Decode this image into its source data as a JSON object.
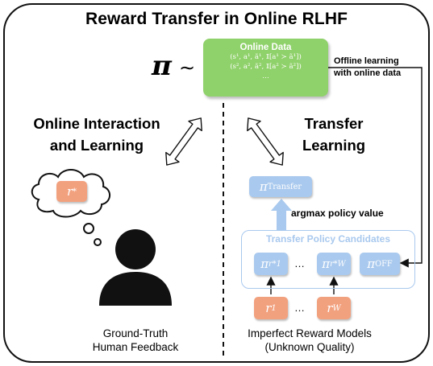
{
  "title": "Reward Transfer in Online RLHF",
  "policy_symbol": "π",
  "tilde": "∼",
  "online_data": {
    "title": "Online Data",
    "line1": "(s¹, a¹, ã¹, 𝕀[a¹ ≻ ã¹])",
    "line2": "(s², a², ã², 𝕀[a² ≻ ã²])",
    "line3": "…"
  },
  "offline_label": {
    "line1": "Offline learning",
    "line2": "with online data"
  },
  "left_heading": {
    "line1": "Online Interaction",
    "line2": "and Learning"
  },
  "right_heading": {
    "line1": "Transfer",
    "line2": "Learning"
  },
  "thought_reward": "r",
  "thought_reward_sup": "*",
  "left_caption": {
    "line1": "Ground-Truth",
    "line2": "Human Feedback"
  },
  "pi_transfer": {
    "symbol": "π",
    "sub": "Transfer"
  },
  "argmax_label": "argmax policy value",
  "candidates": {
    "title": "Transfer Policy Candidates",
    "c1_sym": "π",
    "c1_sub": "r*1",
    "c2_sym": "π",
    "c2_sub": "r*W",
    "c3_sym": "π",
    "c3_sub": "OFF",
    "dots": "…"
  },
  "reward_models": {
    "r1_sym": "r",
    "r1_sup": "1",
    "rW_sym": "r",
    "rW_sup": "W",
    "dots": "…"
  },
  "right_caption": {
    "line1": "Imperfect Reward Models",
    "line2": "(Unknown Quality)"
  },
  "colors": {
    "green": "#8fd16a",
    "blue": "#a9c9ee",
    "orange": "#f2a17f",
    "black": "#111111"
  }
}
